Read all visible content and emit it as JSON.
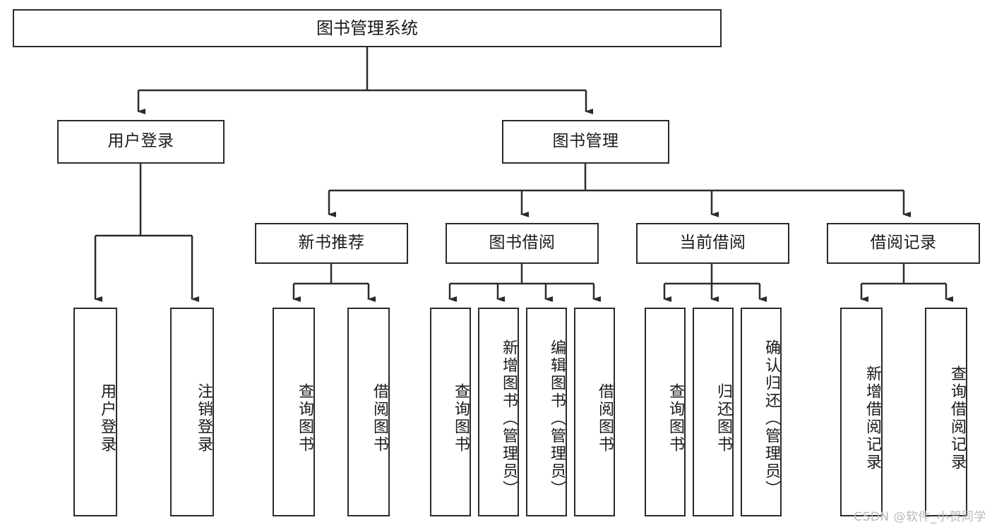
{
  "diagram": {
    "title": "图书管理系统",
    "type": "tree",
    "watermark": "CSDN @软件_小贺同学",
    "colors": {
      "stroke": "#2b2b2b",
      "background": "#ffffff",
      "text": "#1b1b1b",
      "watermark": "#b9b9b9"
    },
    "levels": {
      "root": {
        "label": "图书管理系统"
      },
      "level2": [
        {
          "label": "用户登录"
        },
        {
          "label": "图书管理"
        }
      ],
      "level3": [
        {
          "label": "新书推荐"
        },
        {
          "label": "图书借阅"
        },
        {
          "label": "当前借阅"
        },
        {
          "label": "借阅记录"
        }
      ],
      "leaves": {
        "user_login": [
          {
            "label": "用户登录"
          },
          {
            "label": "注销登录"
          }
        ],
        "new_book_recommend": [
          {
            "label": "查询图书"
          },
          {
            "label": "借阅图书"
          }
        ],
        "book_borrow": [
          {
            "label": "查询图书"
          },
          {
            "label": "新增图书（管理员）"
          },
          {
            "label": "编辑图书（管理员）"
          },
          {
            "label": "借阅图书"
          }
        ],
        "current_borrow": [
          {
            "label": "查询图书"
          },
          {
            "label": "归还图书"
          },
          {
            "label": "确认归还（管理员）"
          }
        ],
        "borrow_record": [
          {
            "label": "新增借阅记录"
          },
          {
            "label": "查询借阅记录"
          }
        ]
      }
    }
  }
}
